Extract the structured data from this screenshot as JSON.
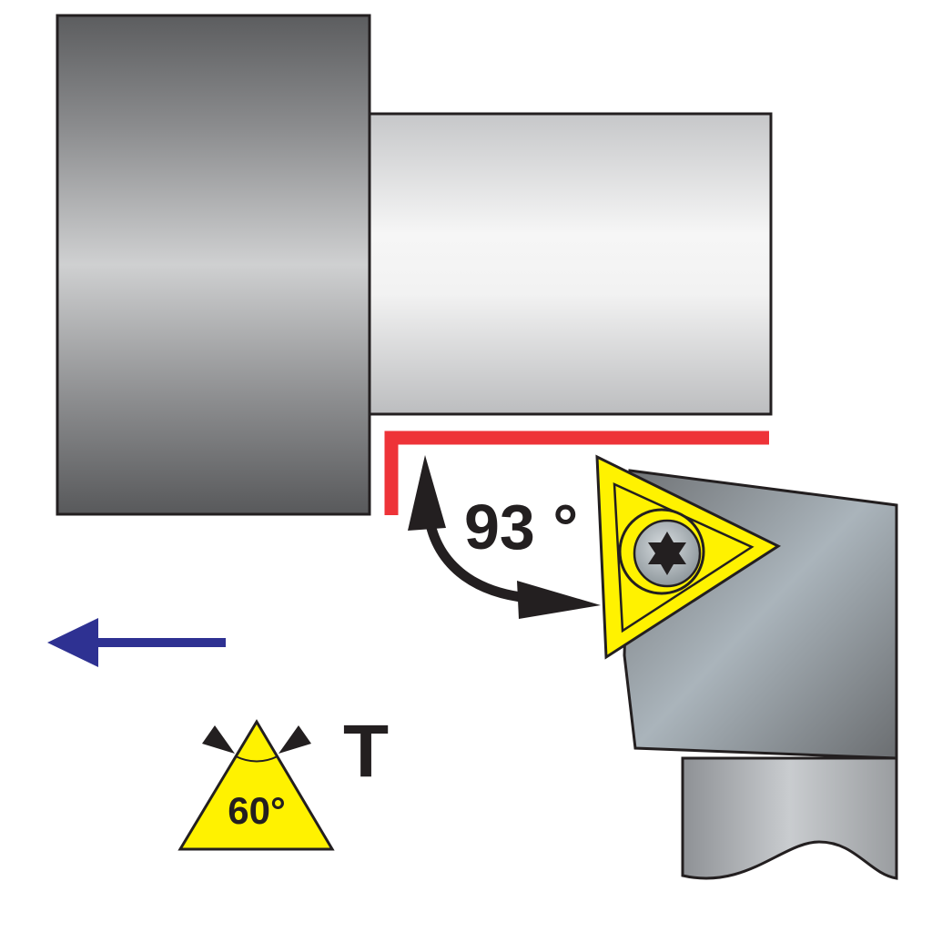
{
  "labels": {
    "approach_angle": "93 °",
    "insert_angle": "60°",
    "insert_shape_code": "T"
  },
  "colors": {
    "workpiece_large_dark": "#5a5b5d",
    "workpiece_large_light": "#c9cacb",
    "workpiece_small_light": "#f4f4f4",
    "workpiece_small_mid": "#c3c4c6",
    "cut_path": "#ee3338",
    "insert_yellow": "#fff200",
    "feed_arrow": "#2e3192",
    "holder_light": "#aeb8bf",
    "holder_dark": "#6d7073",
    "outline": "#231f20"
  },
  "icons": {
    "feed_direction": "arrow-left-icon",
    "angle_indicator": "curved-double-arrow-icon",
    "insert_screw": "torx-screw-icon",
    "insert_shape": "triangle-insert-icon"
  }
}
